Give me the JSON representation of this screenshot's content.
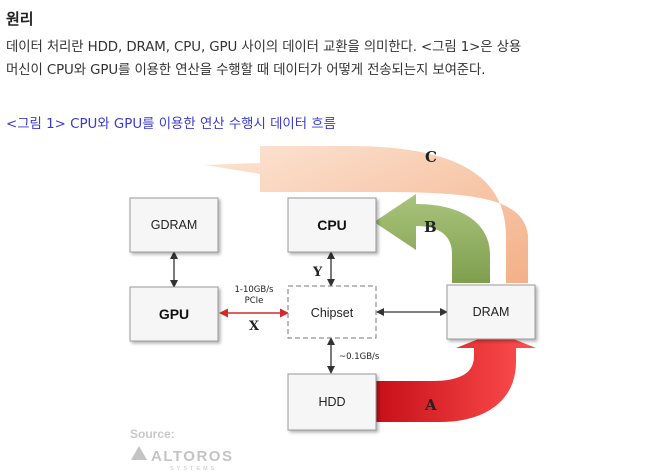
{
  "heading": "원리",
  "paragraph": {
    "line1": "데이터 처리란 HDD, DRAM, CPU, GPU 사이의 데이터 교환을 의미한다. <그림 1>은 상용",
    "line2": "머신이 CPU와 GPU를 이용한 연산을 수행할 때 데이터가 어떻게 전송되는지 보여준다."
  },
  "caption": "<그림 1> CPU와 GPU를 이용한 연산 수행시 데이터 흐름",
  "diagram": {
    "boxes": {
      "gdram": "GDRAM",
      "cpu": "CPU",
      "gpu": "GPU",
      "chipset": "Chipset",
      "dram": "DRAM",
      "hdd": "HDD"
    },
    "labels": {
      "a": "A",
      "b": "B",
      "c": "C",
      "x": "X",
      "y": "Y",
      "pcie_speed": "1-10GB/s",
      "pcie": "PCIe",
      "hdd_speed": "~0.1GB/s"
    },
    "source": {
      "label": "Source:",
      "brand": "ALTOROS",
      "brand_sub": "SYSTEMS"
    },
    "colors": {
      "arrow_a": "#e0141e",
      "arrow_b": "#8fae5c",
      "arrow_c": "#f4bc98",
      "link_x": "#d42a2a"
    }
  }
}
